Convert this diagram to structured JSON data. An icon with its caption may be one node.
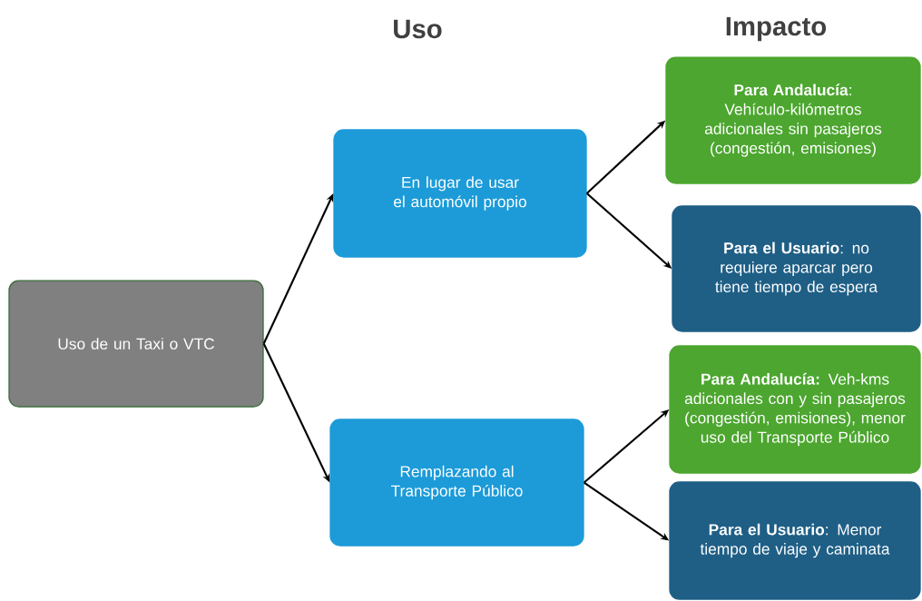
{
  "diagram": {
    "nodes": [
      {
        "text": [
          "Uso de un Taxi o VTC"
        ]
      },
      {
        "text": [
          "En lugar de usar el automóvil propio"
        ]
      },
      {
        "text": [
          "Remplazando al Transporte Público"
        ]
      },
      {
        "text": [
          "**Para Andalucía**: Vehículo-kilómetros adicionales sin pasajeros (congestión, emisiones)"
        ]
      },
      {
        "text": [
          "**Para el Usuario**: no requiere aparcar pero tiene tiempo de espera"
        ]
      },
      {
        "text": [
          "**Para Andalucía:** Veh-kms adicionales con y sin pasajeros (congestión, emisiones), menor uso del Transporte Público"
        ]
      },
      {
        "text": [
          "**Para el Usuario**: Menor tiempo de viaje y caminata"
        ]
      }
    ],
    "edges": [
      {
        "from": 0,
        "to": 1,
        "arrow": "to"
      },
      {
        "from": 0,
        "to": 2,
        "arrow": "to"
      },
      {
        "from": 1,
        "to": 3,
        "arrow": "to"
      },
      {
        "from": 1,
        "to": 4,
        "arrow": "to"
      },
      {
        "from": 2,
        "to": 5,
        "arrow": "to"
      },
      {
        "from": 2,
        "to": 6,
        "arrow": "to"
      }
    ],
    "labels": [
      "Uso",
      "Impacto"
    ]
  }
}
